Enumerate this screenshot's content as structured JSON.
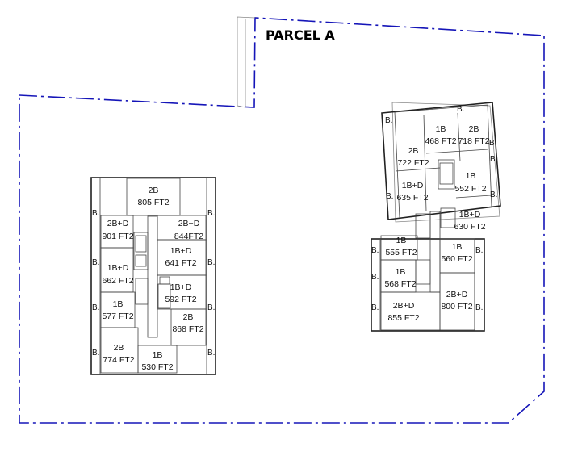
{
  "parcel": {
    "title": "PARCEL A",
    "boundary_color": "#1515b8"
  },
  "balcony_label": "B.",
  "building_left": {
    "units": [
      {
        "type": "2B",
        "area": "805 FT2"
      },
      {
        "type": "2B+D",
        "area": "901 FT2"
      },
      {
        "type": "2B+D",
        "area": "844FT2"
      },
      {
        "type": "1B+D",
        "area": "641 FT2"
      },
      {
        "type": "1B+D",
        "area": "662 FT2"
      },
      {
        "type": "1B+D",
        "area": "592 FT2"
      },
      {
        "type": "1B",
        "area": "577 FT2"
      },
      {
        "type": "2B",
        "area": "868 FT2"
      },
      {
        "type": "2B",
        "area": "774 FT2"
      },
      {
        "type": "1B",
        "area": "530 FT2"
      }
    ]
  },
  "building_right": {
    "units": [
      {
        "type": "1B",
        "area": "468 FT2"
      },
      {
        "type": "2B",
        "area": "718 FT2"
      },
      {
        "type": "2B",
        "area": "722 FT2"
      },
      {
        "type": "1B+D",
        "area": "635 FT2"
      },
      {
        "type": "1B",
        "area": "552 FT2"
      },
      {
        "type": "1B+D",
        "area": "630 FT2"
      },
      {
        "type": "1B",
        "area": "555 FT2"
      },
      {
        "type": "1B",
        "area": "560 FT2"
      },
      {
        "type": "1B",
        "area": "568 FT2"
      },
      {
        "type": "2B+D",
        "area": "800 FT2"
      },
      {
        "type": "2B+D",
        "area": "855 FT2"
      }
    ]
  }
}
